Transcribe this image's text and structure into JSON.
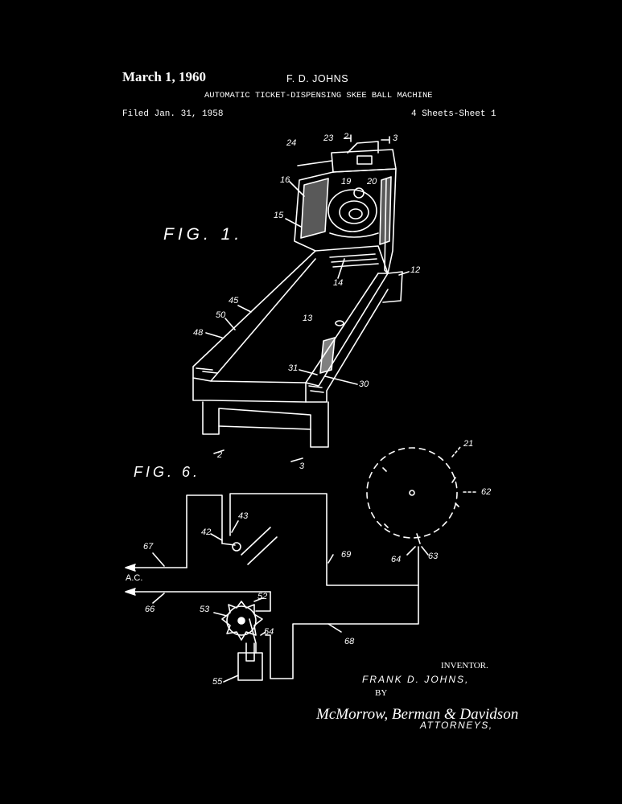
{
  "header": {
    "date": "March 1, 1960",
    "inventor": "F. D. JOHNS",
    "title": "AUTOMATIC TICKET-DISPENSING SKEE BALL MACHINE",
    "filed": "Filed Jan. 31, 1958",
    "sheets": "4 Sheets-Sheet 1"
  },
  "figures": {
    "fig1": "FIG. 1.",
    "fig6": "FIG. 6."
  },
  "labels": {
    "ac": "A.C."
  },
  "signature": {
    "inventor_label": "INVENTOR.",
    "inventor_name": "FRANK D. JOHNS,",
    "by": "BY",
    "attorneys": "McMorrow, Berman & Davidson",
    "attorneys_label": "ATTORNEYS,"
  },
  "refs": {
    "r2a": "2",
    "r3a": "3",
    "r23": "23",
    "r24": "24",
    "r16": "16",
    "r19": "19",
    "r20": "20",
    "r15": "15",
    "r12": "12",
    "r14": "14",
    "r45": "45",
    "r50": "50",
    "r13": "13",
    "r48": "48",
    "r31": "31",
    "r30": "30",
    "r2b": "2",
    "r3b": "3",
    "r21": "21",
    "r62": "62",
    "r43": "43",
    "r42": "42",
    "r67": "67",
    "r69": "69",
    "r64": "64",
    "r63": "63",
    "r66": "66",
    "r52": "52",
    "r53": "53",
    "r54": "54",
    "r68": "68",
    "r55": "55"
  }
}
